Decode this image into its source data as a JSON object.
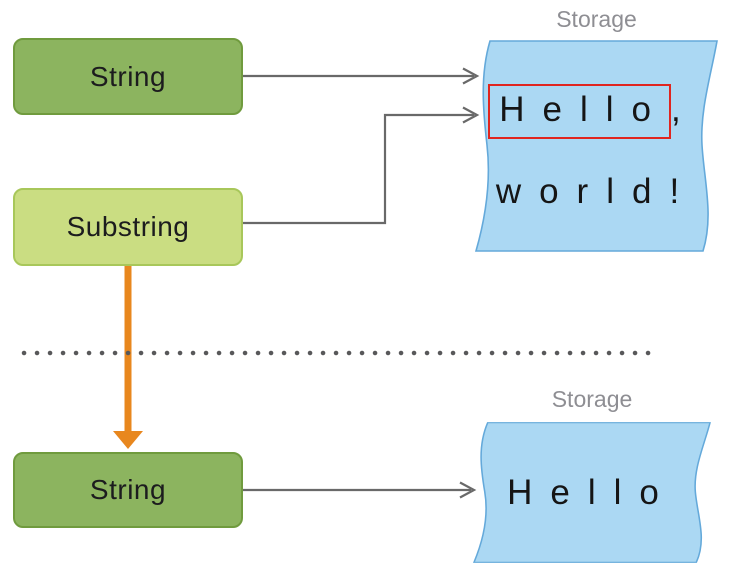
{
  "diagram": {
    "top_section": {
      "string_box_label": "String",
      "substring_box_label": "Substring",
      "storage_title": "Storage",
      "storage_line1_boxed": "Hello",
      "storage_line1_suffix": ",",
      "storage_line2": "world!"
    },
    "bottom_section": {
      "string_box_label": "String",
      "storage_title": "Storage",
      "storage_line1": "Hello"
    },
    "colors": {
      "string_fill": "#8CB45F",
      "string_border": "#709B3E",
      "substring_fill": "#CADD82",
      "substring_border": "#A8C75A",
      "storage_fill": "#ABD8F3",
      "storage_border": "#64A9DA",
      "connector_gray": "#696969",
      "orange_arrow": "#E8871E",
      "highlight_red": "#E0251F",
      "storage_label_gray": "#8E8E93",
      "divider_dots": "#58585A"
    }
  }
}
